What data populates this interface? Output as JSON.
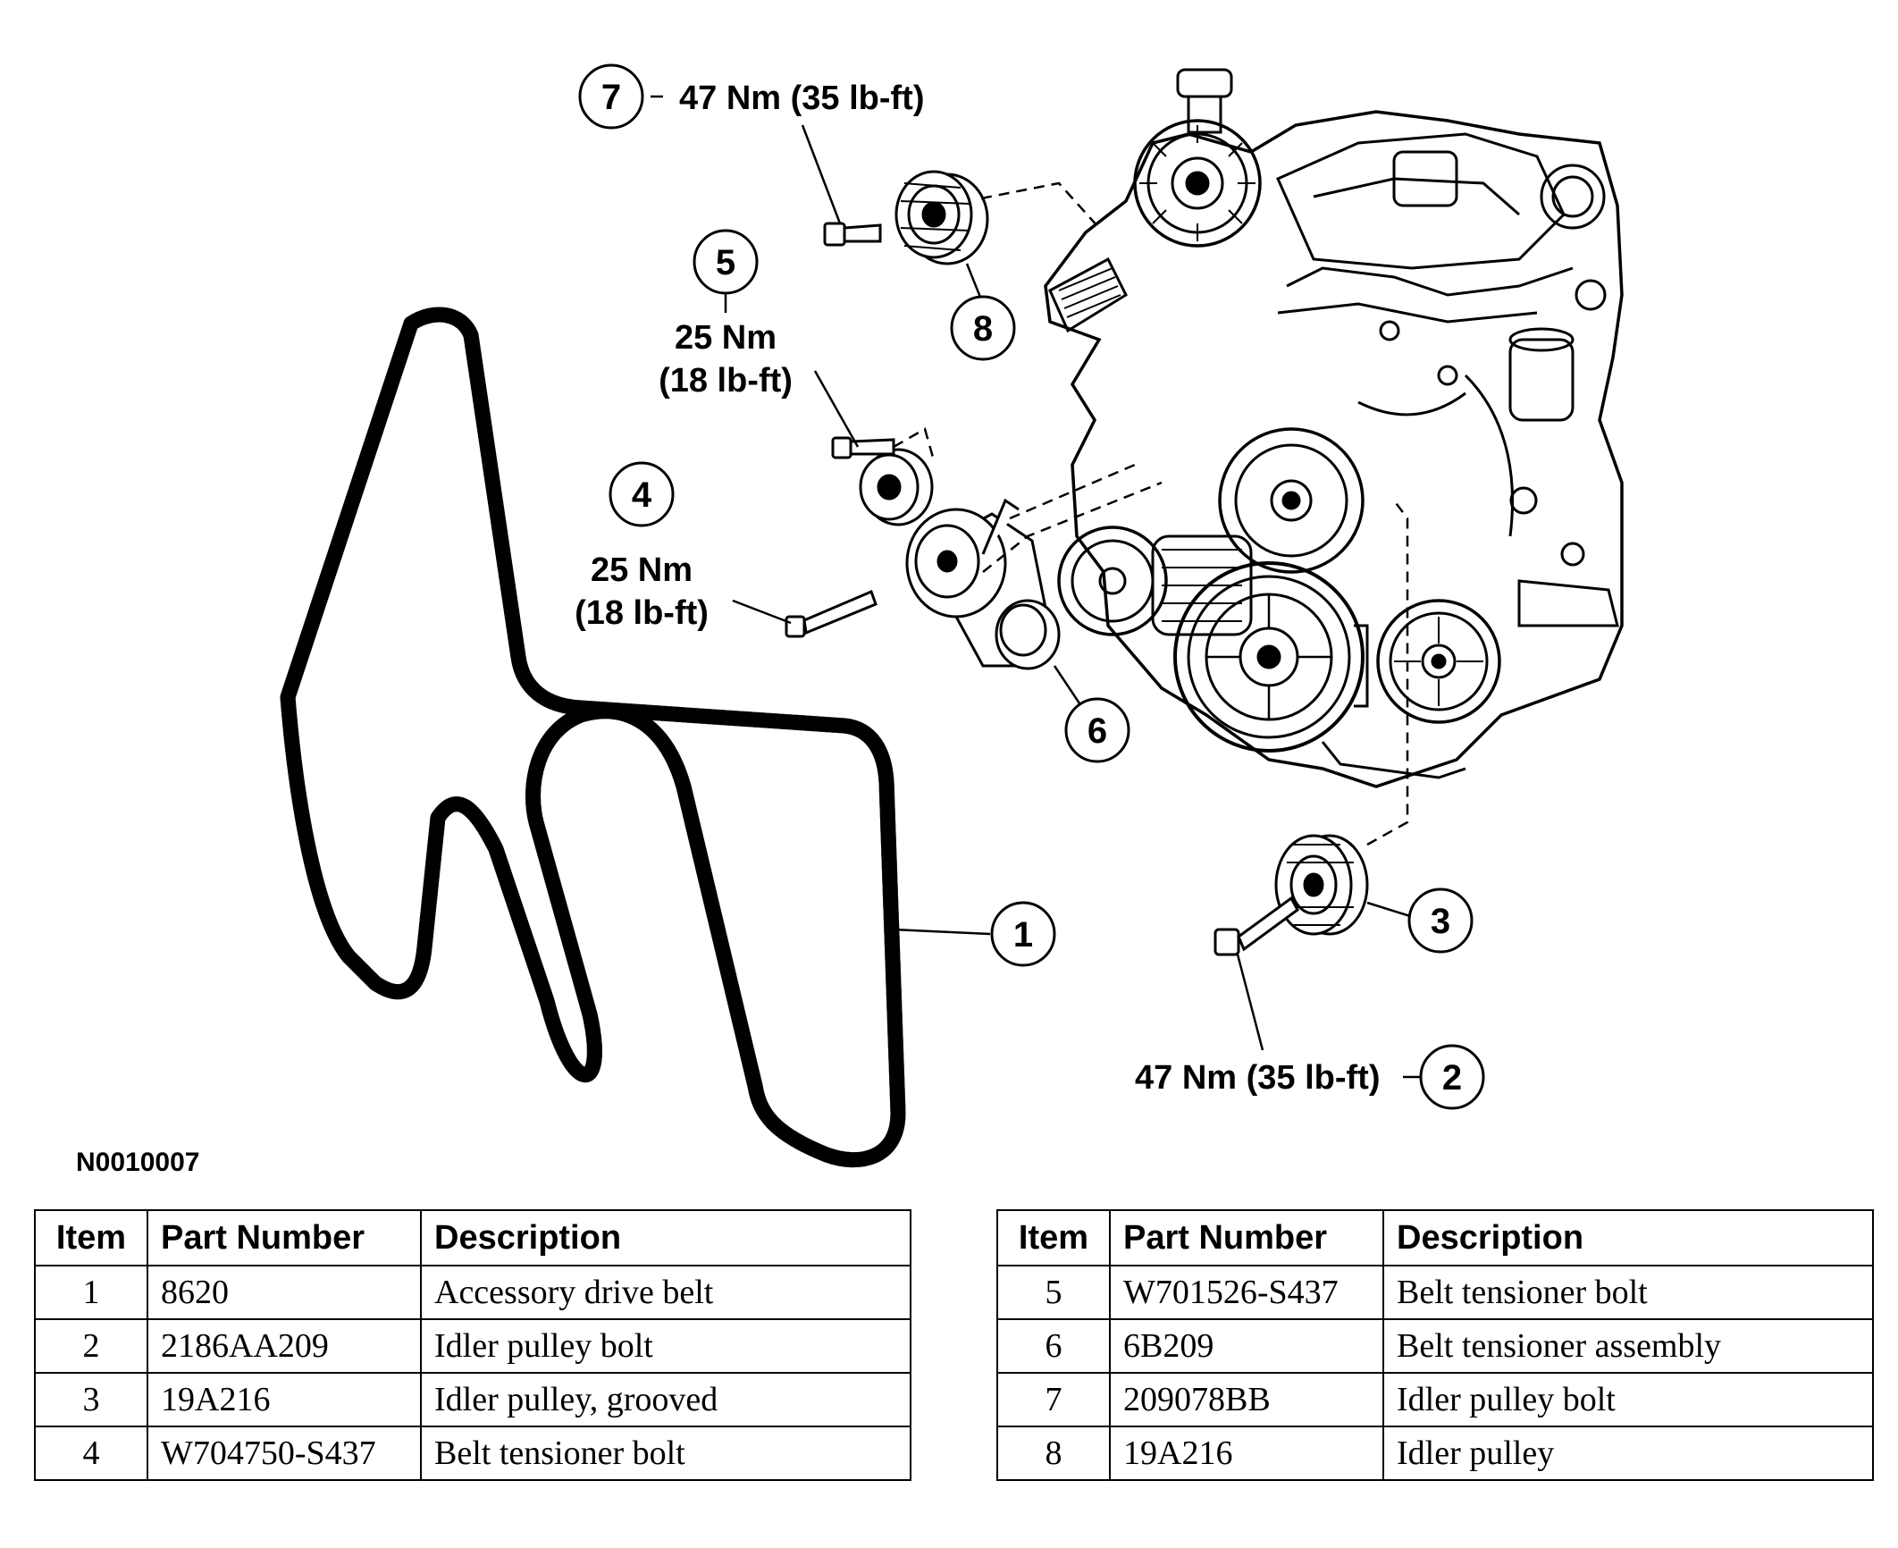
{
  "figure_id": "N0010007",
  "callouts": [
    {
      "num": "1"
    },
    {
      "num": "2"
    },
    {
      "num": "3"
    },
    {
      "num": "4"
    },
    {
      "num": "5"
    },
    {
      "num": "6"
    },
    {
      "num": "7"
    },
    {
      "num": "8"
    }
  ],
  "torque": {
    "item7": "47 Nm (35 lb-ft)",
    "item2": "47 Nm (35 lb-ft)",
    "item5_nm": "25 Nm",
    "item5_lbft": "(18 lb-ft)",
    "item4_nm": "25 Nm",
    "item4_lbft": "(18 lb-ft)"
  },
  "table_headers": {
    "item": "Item",
    "part": "Part Number",
    "desc": "Description"
  },
  "table_left": [
    {
      "item": "1",
      "part": "8620",
      "desc": "Accessory drive belt"
    },
    {
      "item": "2",
      "part": "2186AA209",
      "desc": "Idler pulley bolt"
    },
    {
      "item": "3",
      "part": "19A216",
      "desc": "Idler pulley, grooved"
    },
    {
      "item": "4",
      "part": "W704750-S437",
      "desc": "Belt tensioner bolt"
    }
  ],
  "table_right": [
    {
      "item": "5",
      "part": "W701526-S437",
      "desc": "Belt tensioner bolt"
    },
    {
      "item": "6",
      "part": "6B209",
      "desc": "Belt tensioner assembly"
    },
    {
      "item": "7",
      "part": "209078BB",
      "desc": "Idler pulley bolt"
    },
    {
      "item": "8",
      "part": "19A216",
      "desc": "Idler pulley"
    }
  ]
}
